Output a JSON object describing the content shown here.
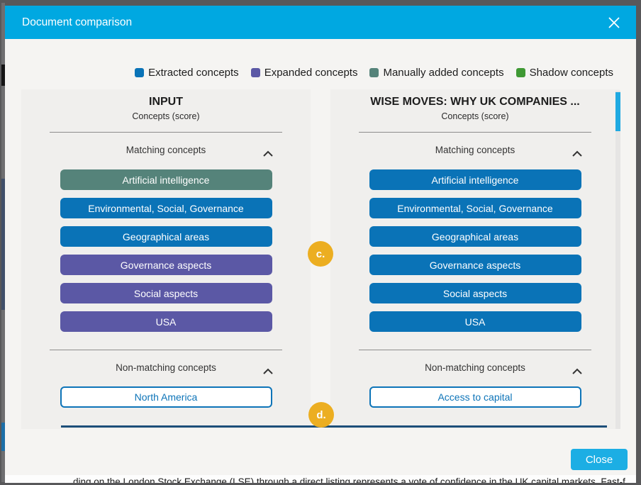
{
  "dialog": {
    "title": "Document comparison",
    "close_label": "Close"
  },
  "legend": [
    {
      "label": "Extracted concepts",
      "color": "#0a73b7"
    },
    {
      "label": "Expanded concepts",
      "color": "#5b58a5"
    },
    {
      "label": "Manually added concepts",
      "color": "#55837a"
    },
    {
      "label": "Shadow concepts",
      "color": "#3f9934"
    }
  ],
  "columns": [
    {
      "title": "INPUT",
      "subtitle": "Concepts (score)",
      "matching_header": "Matching concepts",
      "matching": [
        {
          "label": "Artificial intelligence",
          "type": "manually-added",
          "color": "#55837a"
        },
        {
          "label": "Environmental, Social, Governance",
          "type": "extracted",
          "color": "#0a73b7"
        },
        {
          "label": "Geographical areas",
          "type": "extracted",
          "color": "#0a73b7"
        },
        {
          "label": "Governance aspects",
          "type": "expanded",
          "color": "#5b58a5"
        },
        {
          "label": "Social aspects",
          "type": "expanded",
          "color": "#5b58a5"
        },
        {
          "label": "USA",
          "type": "expanded",
          "color": "#5b58a5"
        }
      ],
      "non_matching_header": "Non-matching concepts",
      "non_matching": [
        {
          "label": "North America"
        }
      ]
    },
    {
      "title": "WISE MOVES: WHY UK COMPANIES ...",
      "subtitle": "Concepts (score)",
      "matching_header": "Matching concepts",
      "matching": [
        {
          "label": "Artificial intelligence",
          "type": "extracted",
          "color": "#0a73b7"
        },
        {
          "label": "Environmental, Social, Governance",
          "type": "extracted",
          "color": "#0a73b7"
        },
        {
          "label": "Geographical areas",
          "type": "extracted",
          "color": "#0a73b7"
        },
        {
          "label": "Governance aspects",
          "type": "extracted",
          "color": "#0a73b7"
        },
        {
          "label": "Social aspects",
          "type": "extracted",
          "color": "#0a73b7"
        },
        {
          "label": "USA",
          "type": "extracted",
          "color": "#0a73b7"
        }
      ],
      "non_matching_header": "Non-matching concepts",
      "non_matching": [
        {
          "label": "Access to capital"
        }
      ]
    }
  ],
  "annotations": [
    {
      "label": "c."
    },
    {
      "label": "d."
    }
  ],
  "colors": {
    "header": "#00a8e1",
    "accent": "#1caee4",
    "badge": "#ecae21",
    "outline_pill": "#0d74b8",
    "scroll_thumb": "#1fa9e1"
  },
  "background_page": {
    "text_line": "ding on the London Stock Exchange (LSE) through a direct listing represents a vote of confidence in the UK capital markets. Fast-f"
  }
}
